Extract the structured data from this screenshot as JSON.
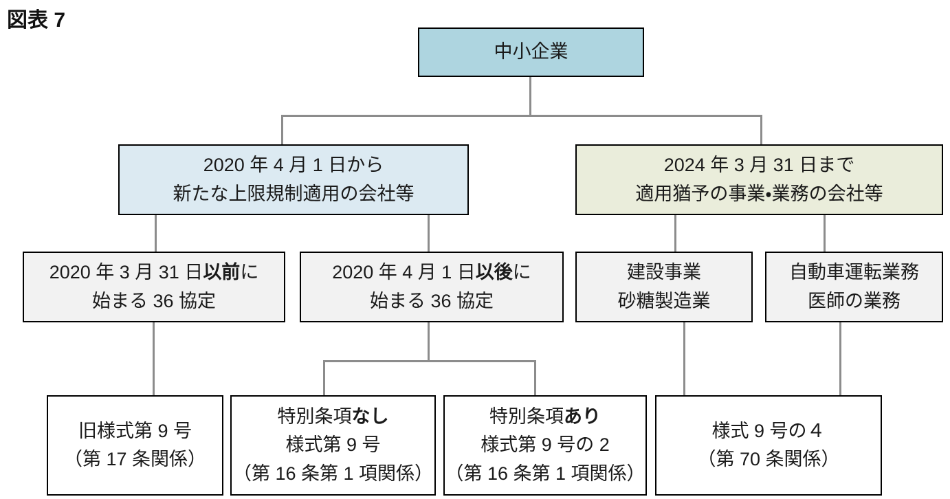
{
  "figure": {
    "title": "図表 7"
  },
  "colors": {
    "root_fill": "#AED5E0",
    "left_branch_fill": "#DCEAF2",
    "right_branch_fill": "#EAEDDB",
    "level3_fill": "#F2F2F2",
    "leaf_fill": "#FFFFFF",
    "box_border": "#000000",
    "connector": "#8C8C8C"
  },
  "nodes": {
    "root": {
      "label": "中小企業"
    },
    "branch_new_limit": {
      "line1": "2020 年 4 月 1 日から",
      "line2": "新たな上限規制適用の会社等"
    },
    "branch_grace": {
      "line1": "2024 年 3 月 31 日まで",
      "line2": "適用猶予の事業・業務の会社等"
    },
    "agreement_before": {
      "line1_pre": "2020 年 3 月 31 日",
      "line1_bold": "以前",
      "line1_post": "に",
      "line2": "始まる 36 協定"
    },
    "agreement_after": {
      "line1_pre": "2020 年 4 月 1 日",
      "line1_bold": "以後",
      "line1_post": "に",
      "line2": "始まる 36 協定"
    },
    "construction_sugar": {
      "line1": "建設事業",
      "line2": "砂糖製造業"
    },
    "driving_doctor": {
      "line1": "自動車運転業務",
      "line2": "医師の業務"
    },
    "form_old_9": {
      "line1": "旧様式第 9 号",
      "line2": "（第 17 条関係）"
    },
    "form_9_no_special": {
      "line1_pre": "特別条項",
      "line1_bold": "なし",
      "line2": "様式第 9 号",
      "line3": "（第 16 条第 1 項関係）"
    },
    "form_9_2_special": {
      "line1_pre": "特別条項",
      "line1_bold": "あり",
      "line2": "様式第 9 号の 2",
      "line3": "（第 16 条第 1 項関係）"
    },
    "form_9_4": {
      "line1": "様式 9 号の４",
      "line2": "（第 70 条関係）"
    }
  }
}
